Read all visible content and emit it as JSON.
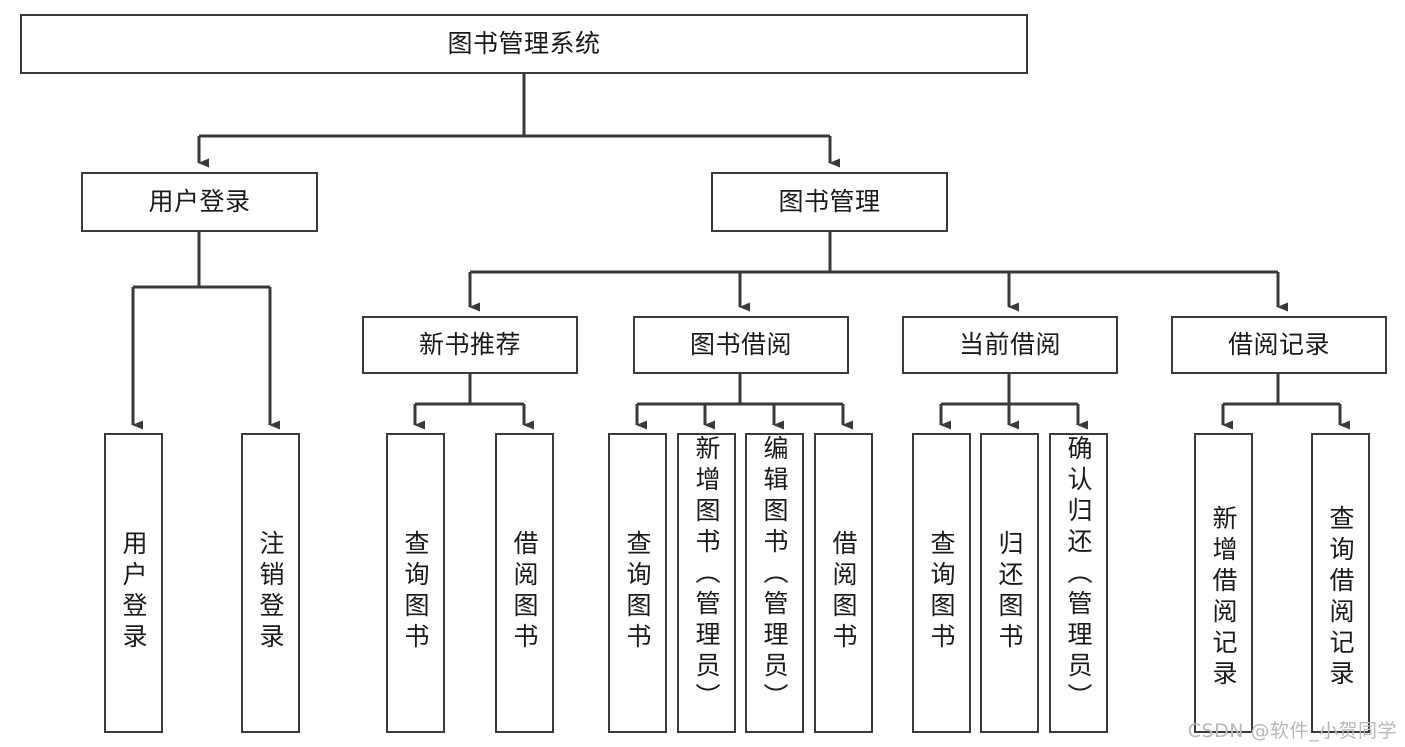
{
  "diagram": {
    "title": "图书管理系统",
    "type": "hierarchy-tree",
    "watermark": "CSDN @软件_小贺同学",
    "colors": {
      "box_border": "#3a3a3a",
      "box_fill": "#ffffff",
      "connector": "#3a3a3a",
      "text": "#1a1a1a",
      "watermark": "#b8b8b8",
      "background": "#ffffff"
    },
    "levels": {
      "root": {
        "label": "图书管理系统"
      },
      "level2": [
        {
          "label": "用户登录"
        },
        {
          "label": "图书管理"
        }
      ],
      "level3": [
        {
          "label": "新书推荐"
        },
        {
          "label": "图书借阅"
        },
        {
          "label": "当前借阅"
        },
        {
          "label": "借阅记录"
        }
      ],
      "leaves": {
        "user_login": [
          {
            "label": "用户登录"
          },
          {
            "label": "注销登录"
          }
        ],
        "new_book_recommend": [
          {
            "label": "查询图书"
          },
          {
            "label": "借阅图书"
          }
        ],
        "book_borrow": [
          {
            "label": "查询图书"
          },
          {
            "label": "新增图书（管理员）"
          },
          {
            "label": "编辑图书（管理员）"
          },
          {
            "label": "借阅图书"
          }
        ],
        "current_borrow": [
          {
            "label": "查询图书"
          },
          {
            "label": "归还图书"
          },
          {
            "label": "确认归还（管理员）"
          }
        ],
        "borrow_record": [
          {
            "label": "新增借阅记录"
          },
          {
            "label": "查询借阅记录"
          }
        ]
      }
    }
  }
}
